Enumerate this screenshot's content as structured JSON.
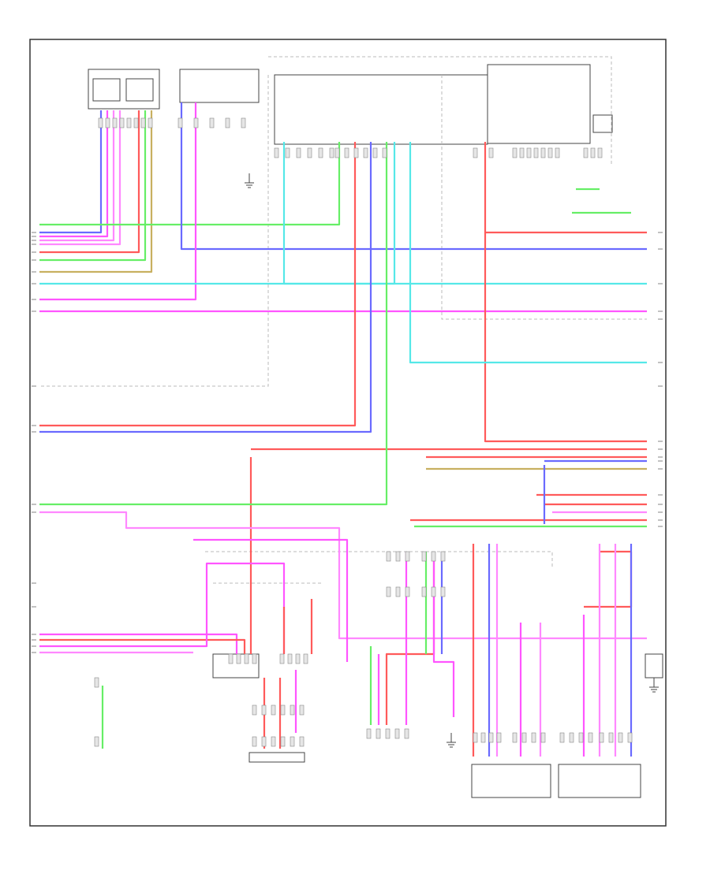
{
  "diagram": {
    "footer_ref": "",
    "colors": {
      "red": "#ff5a5a",
      "magenta": "#ff55ff",
      "pink": "#ff88ff",
      "blue": "#6a6aff",
      "green": "#66ee66",
      "cyan": "#55e8e8",
      "olive": "#c8b060",
      "gray": "#bbbbbb",
      "frame": "#333333"
    },
    "components": [
      {
        "id": "top-left-module",
        "label": ""
      },
      {
        "id": "top-switch-module",
        "label": ""
      },
      {
        "id": "center-ecu",
        "label": ""
      },
      {
        "id": "right-ecu",
        "label": ""
      },
      {
        "id": "bottom-left-switch",
        "label": ""
      },
      {
        "id": "bottom-motor-assembly",
        "label": ""
      },
      {
        "id": "bottom-center-sensor",
        "label": ""
      },
      {
        "id": "bottom-right-module-1",
        "label": ""
      },
      {
        "id": "bottom-right-module-2",
        "label": ""
      }
    ]
  }
}
